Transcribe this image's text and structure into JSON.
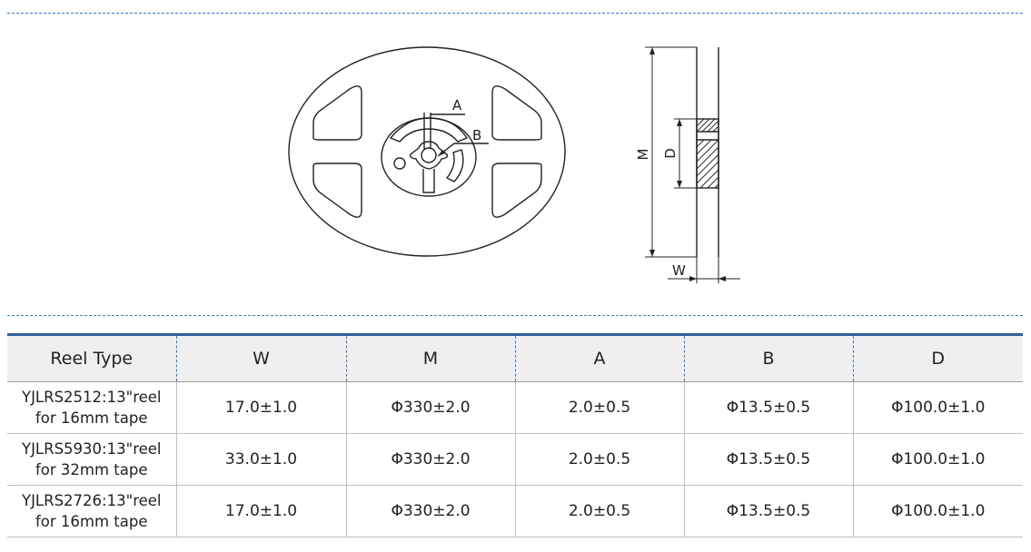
{
  "drawing": {
    "label_A": "A",
    "label_B": "B",
    "label_M": "M",
    "label_D": "D",
    "label_W": "W"
  },
  "table": {
    "headers": [
      "Reel Type",
      "W",
      "M",
      "A",
      "B",
      "D"
    ],
    "rows": [
      {
        "type_line1": "YJLRS2512:13\"reel",
        "type_line2": "for 16mm tape",
        "w": "17.0±1.0",
        "m": "Φ330±2.0",
        "a": "2.0±0.5",
        "b": "Φ13.5±0.5",
        "d": "Φ100.0±1.0"
      },
      {
        "type_line1": "YJLRS5930:13\"reel",
        "type_line2": "for 32mm tape",
        "w": "33.0±1.0",
        "m": "Φ330±2.0",
        "a": "2.0±0.5",
        "b": "Φ13.5±0.5",
        "d": "Φ100.0±1.0"
      },
      {
        "type_line1": "YJLRS2726:13\"reel",
        "type_line2": "for 16mm tape",
        "w": "17.0±1.0",
        "m": "Φ330±2.0",
        "a": "2.0±0.5",
        "b": "Φ13.5±0.5",
        "d": "Φ100.0±1.0"
      }
    ]
  }
}
